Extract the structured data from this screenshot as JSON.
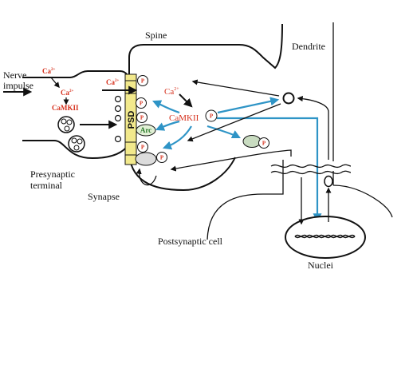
{
  "labels": {
    "spine": "Spine",
    "dendrite": "Dendrite",
    "nerve": "Nerve",
    "impulse": "impulse",
    "presynaptic": "Presynaptic",
    "terminal": "terminal",
    "synapse": "Synapse",
    "postsynaptic_cell": "Postsynaptic cell",
    "nuclei": "Nuclei",
    "psd": "PSD",
    "arc": "Arc"
  },
  "molecules": {
    "ca_ion": "Ca",
    "ca_charge": "2+",
    "camkii": "CaMKII",
    "phosphate": "P"
  },
  "colors": {
    "ca_text": "#d6301c",
    "blue_arrow": "#2e94c6",
    "psd_fill": "#f2e98c",
    "arc_fill": "#e2f0d6",
    "receptor_grey": "#dcdcdc",
    "green_protein": "#c9dcc1",
    "black": "#111111"
  }
}
